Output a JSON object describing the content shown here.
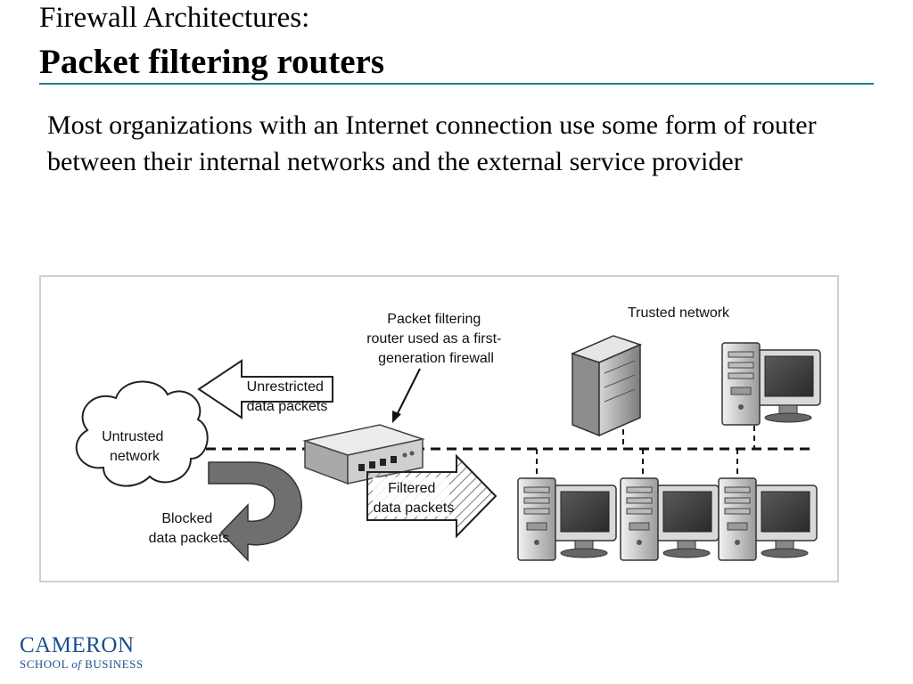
{
  "slide": {
    "title_line1": "Firewall Architectures:",
    "title_line2": "Packet filtering routers",
    "body": "Most organizations with an Internet connection use some form of router between their internal networks and the external service provider"
  },
  "diagram": {
    "router_caption": [
      "Packet filtering",
      "router used as a first-",
      "generation firewall"
    ],
    "trusted_label": "Trusted network",
    "unrestricted_label": [
      "Unrestricted",
      "data packets"
    ],
    "untrusted_label": [
      "Untrusted",
      "network"
    ],
    "filtered_label": [
      "Filtered",
      "data packets"
    ],
    "blocked_label": [
      "Blocked",
      "data packets"
    ]
  },
  "logo": {
    "main": "CAMERON",
    "sub_pre": "SCHOOL ",
    "sub_of": "of",
    "sub_post": " BUSINESS"
  },
  "colors": {
    "accent_rule": "#1f7f8a",
    "logo": "#1b4f8a"
  }
}
